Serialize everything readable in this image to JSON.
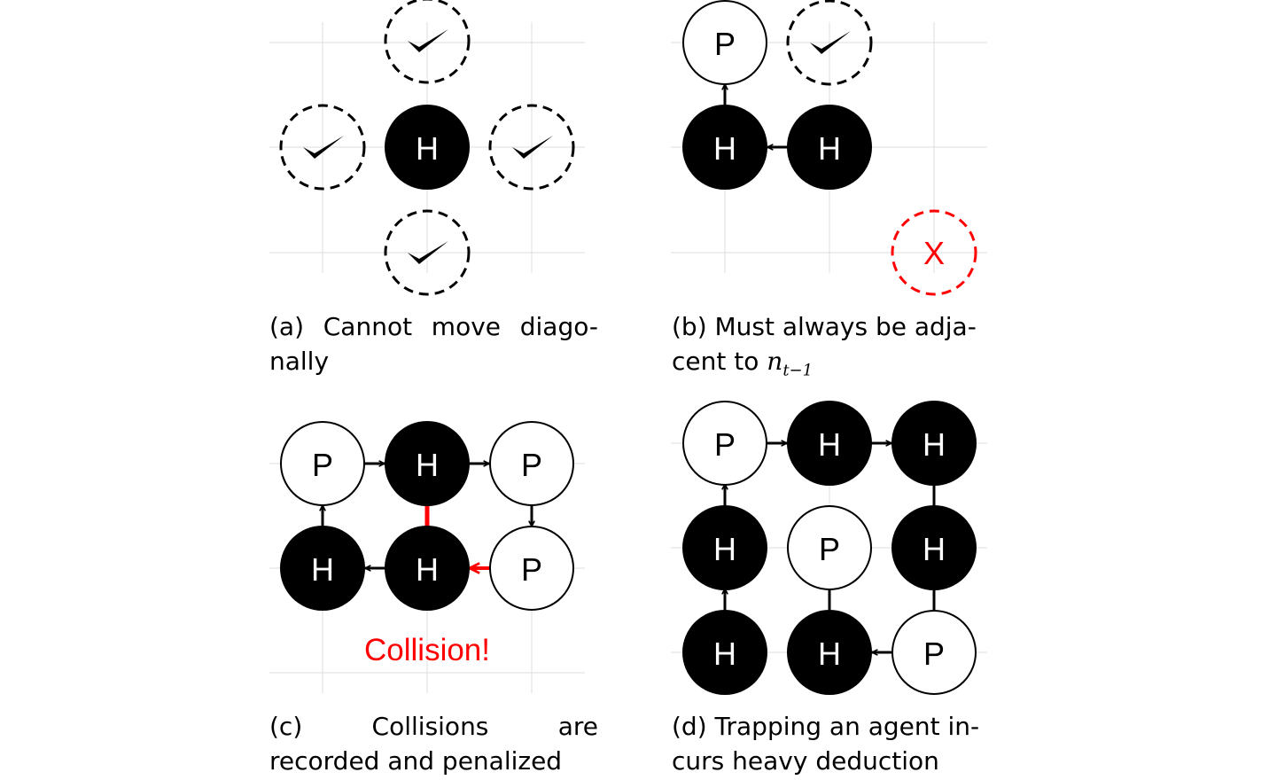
{
  "panels": {
    "a": {
      "caption_line1": [
        "(a)",
        "Cannot",
        "move",
        "diago-"
      ],
      "caption_line2": "nally",
      "check_icon": "check-icon"
    },
    "b": {
      "caption_line1": "(b) Must always be adja-",
      "caption_line2_text": "cent to ",
      "caption_math_base": "n",
      "caption_math_sub": "t−1",
      "invalid_label": "X"
    },
    "c": {
      "caption_line1": [
        "(c)",
        "Collisions",
        "are"
      ],
      "caption_line2": "recorded and penalized",
      "collision_label": "Collision!"
    },
    "d": {
      "caption_line1": "(d) Trapping an agent in-",
      "caption_line2": "curs heavy deduction"
    }
  },
  "node_labels": {
    "hider": "H",
    "prisoner": "P"
  },
  "colors": {
    "grid": "#dddddd",
    "stroke": "#000000",
    "alert": "#ff0000",
    "hider_fill": "#000000",
    "prisoner_fill": "#ffffff"
  }
}
